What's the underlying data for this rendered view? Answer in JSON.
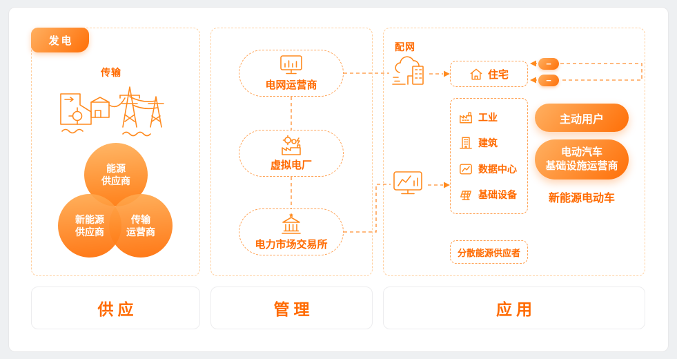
{
  "theme": {
    "accent": "#FF6A00",
    "gradient_start": "#FFB061",
    "gradient_end": "#FF6F07",
    "dashed_border": "#FFA254",
    "page_background": "#EEF0F2"
  },
  "supply": {
    "badge": "发电",
    "transmission_label": "传输",
    "circles": [
      {
        "line1": "能源",
        "line2": "供应商"
      },
      {
        "line1": "新能源",
        "line2": "供应商"
      },
      {
        "line1": "传输",
        "line2": "运营商"
      }
    ],
    "footer": "供应"
  },
  "management": {
    "nodes": [
      {
        "label": "电网运营商"
      },
      {
        "label": "虚拟电厂"
      },
      {
        "label": "电力市场交易所"
      }
    ],
    "footer": "管理"
  },
  "application": {
    "grid_label": "配网",
    "residence_label": "住宅",
    "consumers": [
      {
        "label": "工业"
      },
      {
        "label": "建筑"
      },
      {
        "label": "数据中心"
      },
      {
        "label": "基础设备"
      }
    ],
    "battery_symbol": "−",
    "active_user_label": "主动用户",
    "ev_operator_line1": "电动汽车",
    "ev_operator_line2": "基础设施运营商",
    "ev_label": "新能源电动车",
    "distributed_label": "分散能源供应者",
    "footer": "应用"
  }
}
